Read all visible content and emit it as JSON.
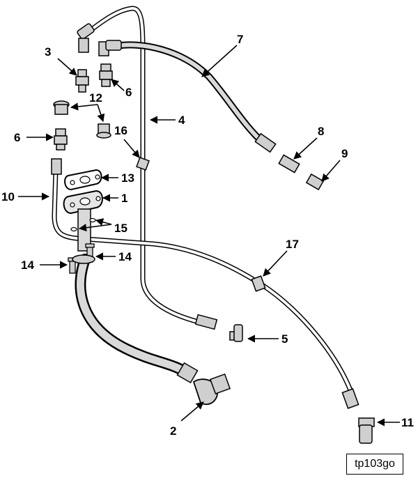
{
  "figure": {
    "id_label": "tp103go"
  },
  "callouts": [
    {
      "key": "c1",
      "text": "1"
    },
    {
      "key": "c2",
      "text": "2"
    },
    {
      "key": "c3",
      "text": "3"
    },
    {
      "key": "c4",
      "text": "4"
    },
    {
      "key": "c5",
      "text": "5"
    },
    {
      "key": "c6a",
      "text": "6"
    },
    {
      "key": "c6b",
      "text": "6"
    },
    {
      "key": "c7",
      "text": "7"
    },
    {
      "key": "c8",
      "text": "8"
    },
    {
      "key": "c9",
      "text": "9"
    },
    {
      "key": "c10",
      "text": "10"
    },
    {
      "key": "c11",
      "text": "11"
    },
    {
      "key": "c12",
      "text": "12"
    },
    {
      "key": "c13",
      "text": "13"
    },
    {
      "key": "c14a",
      "text": "14"
    },
    {
      "key": "c14b",
      "text": "14"
    },
    {
      "key": "c15",
      "text": "15"
    },
    {
      "key": "c16",
      "text": "16"
    },
    {
      "key": "c17",
      "text": "17"
    }
  ],
  "colors": {
    "line": "#000000",
    "hose_fill": "#d9d9d9",
    "part_fill": "#cfcfcf",
    "background": "#ffffff"
  }
}
